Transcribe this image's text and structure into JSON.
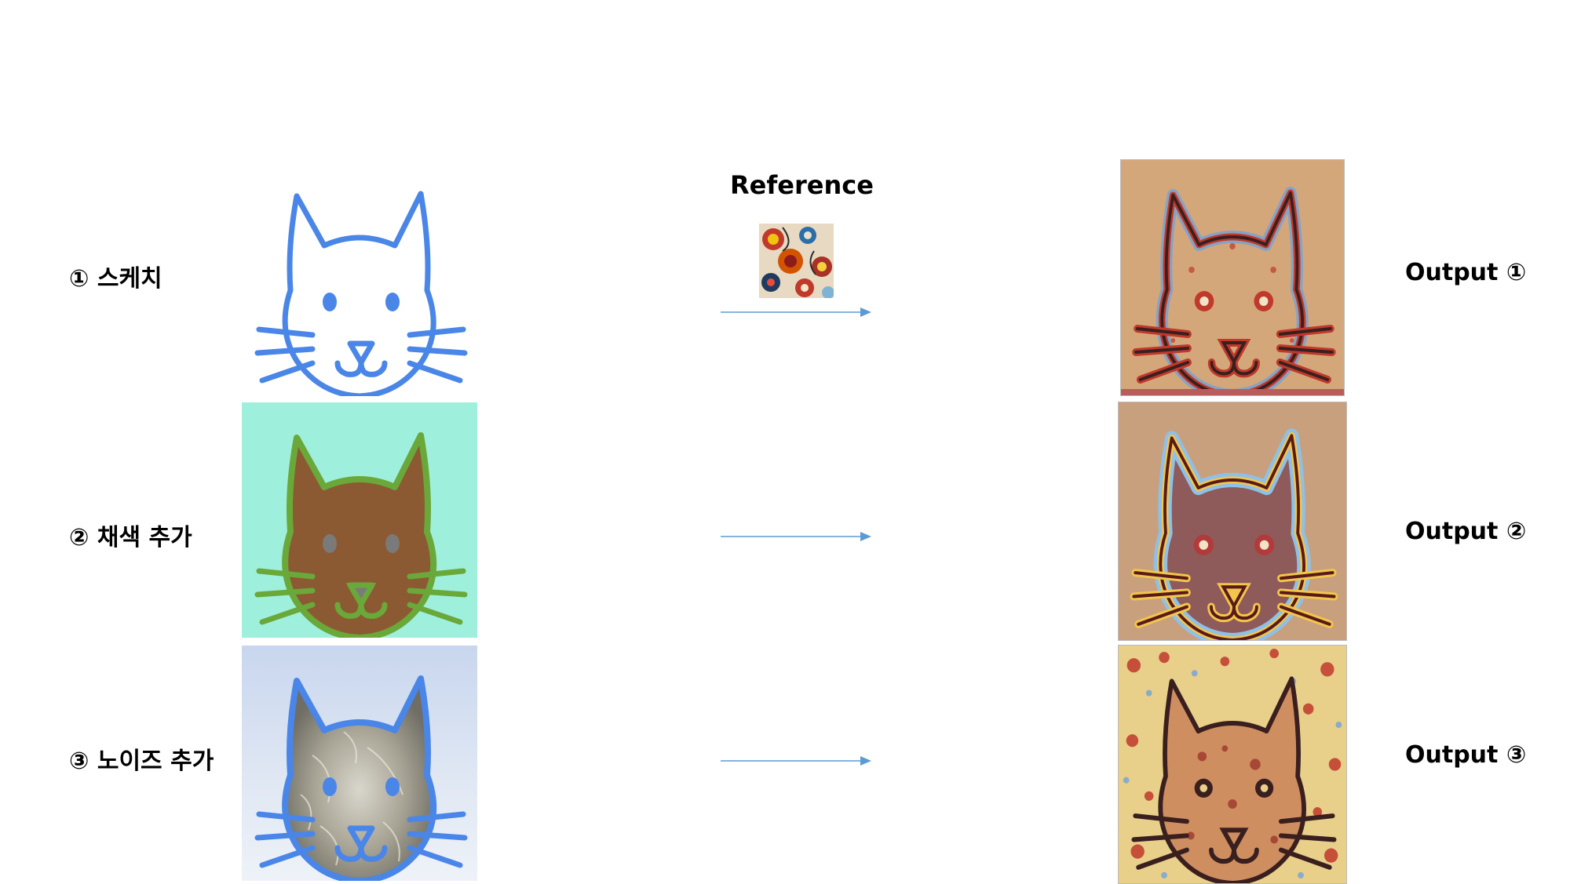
{
  "reference": {
    "title": "Reference"
  },
  "rows": [
    {
      "input_label": "① 스케치",
      "output_label": "Output ①"
    },
    {
      "input_label": "② 채색 추가",
      "output_label": "Output ②"
    },
    {
      "input_label": "③ 노이즈 추가",
      "output_label": "Output ③"
    }
  ],
  "colors": {
    "sketch_line": "#4a86e8",
    "colored_bg": "#9fefdd",
    "colored_face": "#8b5a32",
    "colored_line": "#6aa83a",
    "output1_bg": "#d4a77a",
    "output2_bg": "#c9a07e",
    "output3_bg": "#e8cf8a",
    "arrow": "#5b9bd5"
  }
}
